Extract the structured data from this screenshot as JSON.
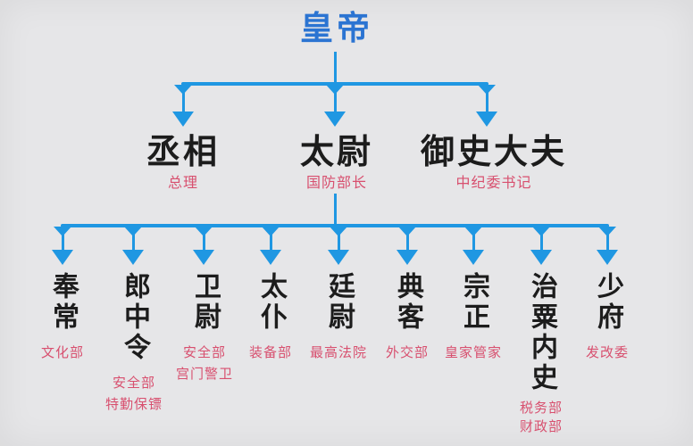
{
  "emperor": {
    "title": "皇帝"
  },
  "tier2": [
    {
      "title": "丞相",
      "modern": "总理"
    },
    {
      "title": "太尉",
      "modern": "国防部长"
    },
    {
      "title": "御史大夫",
      "modern": "中纪委书记"
    }
  ],
  "ministers": [
    {
      "title": "奉常",
      "modern": [
        "文化部"
      ]
    },
    {
      "title": "郎中令",
      "modern": [
        "安全部",
        "特勤保镖"
      ]
    },
    {
      "title": "卫尉",
      "modern": [
        "安全部",
        "宫门警卫"
      ]
    },
    {
      "title": "太仆",
      "modern": [
        "装备部"
      ]
    },
    {
      "title": "廷尉",
      "modern": [
        "最高法院"
      ]
    },
    {
      "title": "典客",
      "modern": [
        "外交部"
      ]
    },
    {
      "title": "宗正",
      "modern": [
        "皇家管家"
      ]
    },
    {
      "title": "治粟内史",
      "modern": [
        "税务部",
        "财政部"
      ]
    },
    {
      "title": "少府",
      "modern": [
        "发改委"
      ]
    }
  ],
  "colors": {
    "background": "#e6e6e8",
    "arrow_blue": "#1f97e2",
    "emperor_blue": "#2b74d2",
    "title_black": "#1c1c1c",
    "modern_red": "#d8506f"
  }
}
